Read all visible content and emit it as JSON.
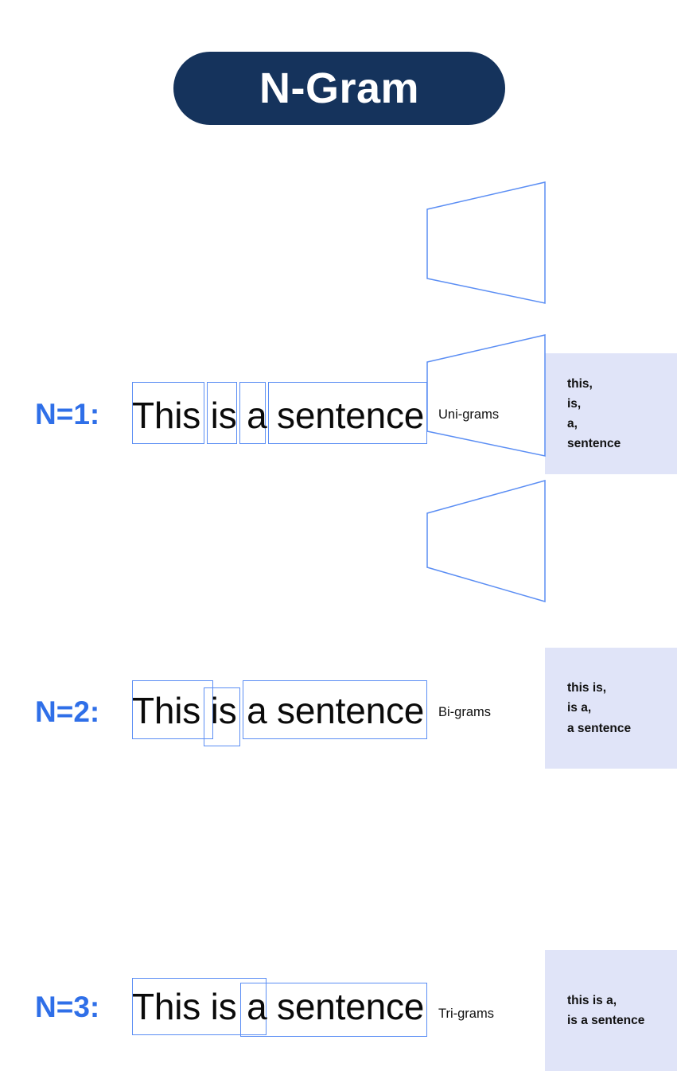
{
  "title": {
    "text": "N-Gram",
    "badge_color": "#15335c",
    "text_color": "#ffffff"
  },
  "colors": {
    "accent_blue": "#2f6fe8",
    "box_border": "#5b8ef4",
    "panel_bg": "#e0e4f8",
    "text": "#111111",
    "navy": "#15335c"
  },
  "sentence": "This is a sentence",
  "rows": [
    {
      "n_label": "N=1:",
      "sentence": "This is a sentence",
      "gram_label": "Uni-grams",
      "output": "this,\nis,\na,\nsentence",
      "output_items": [
        "this,",
        "is,",
        "a,",
        "sentence"
      ],
      "tokens": [
        "This",
        "is",
        "a",
        "sentence"
      ]
    },
    {
      "n_label": "N=2:",
      "sentence": "This is a sentence",
      "gram_label": "Bi-grams",
      "output": "this is,\nis a,\na sentence",
      "output_items": [
        "this is,",
        "is a,",
        "a sentence"
      ],
      "tokens": [
        "This is",
        "is a",
        "a sentence"
      ]
    },
    {
      "n_label": "N=3:",
      "sentence": "This is a sentence",
      "gram_label": "Tri-grams",
      "output": "this is a,\nis a sentence",
      "output_items": [
        "this is a,",
        "is a sentence"
      ],
      "tokens": [
        "This is a",
        "is a sentence"
      ]
    }
  ]
}
